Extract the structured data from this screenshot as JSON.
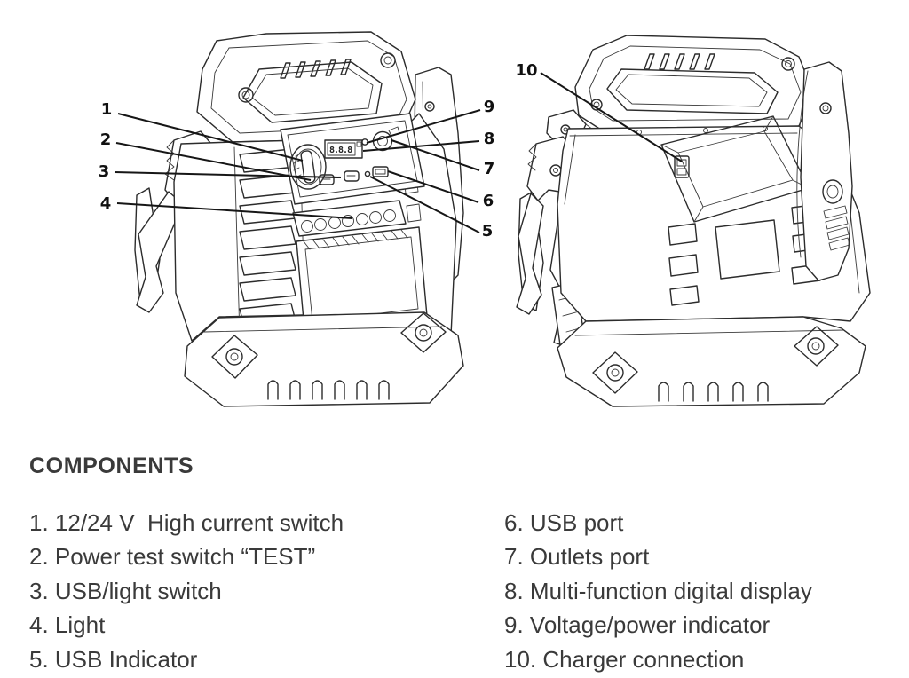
{
  "diagram": {
    "display_text": "8.8.8",
    "callouts": [
      {
        "label": "1"
      },
      {
        "label": "2"
      },
      {
        "label": "3"
      },
      {
        "label": "4"
      },
      {
        "label": "5"
      },
      {
        "label": "6"
      },
      {
        "label": "7"
      },
      {
        "label": "8"
      },
      {
        "label": "9"
      },
      {
        "label": "10"
      }
    ]
  },
  "components": {
    "heading": "COMPONENTS",
    "items_left": [
      "1. 12/24 V  High current switch",
      "2. Power test switch “TEST”",
      "3. USB/light switch",
      "4. Light",
      "5. USB Indicator"
    ],
    "items_right": [
      "6. USB port",
      "7. Outlets port",
      "8. Multi-function digital display",
      "9. Voltage/power indicator",
      "10. Charger connection"
    ]
  },
  "colors": {
    "ink": "#2c2c2c",
    "text": "#3a3a3a",
    "background": "#ffffff"
  }
}
